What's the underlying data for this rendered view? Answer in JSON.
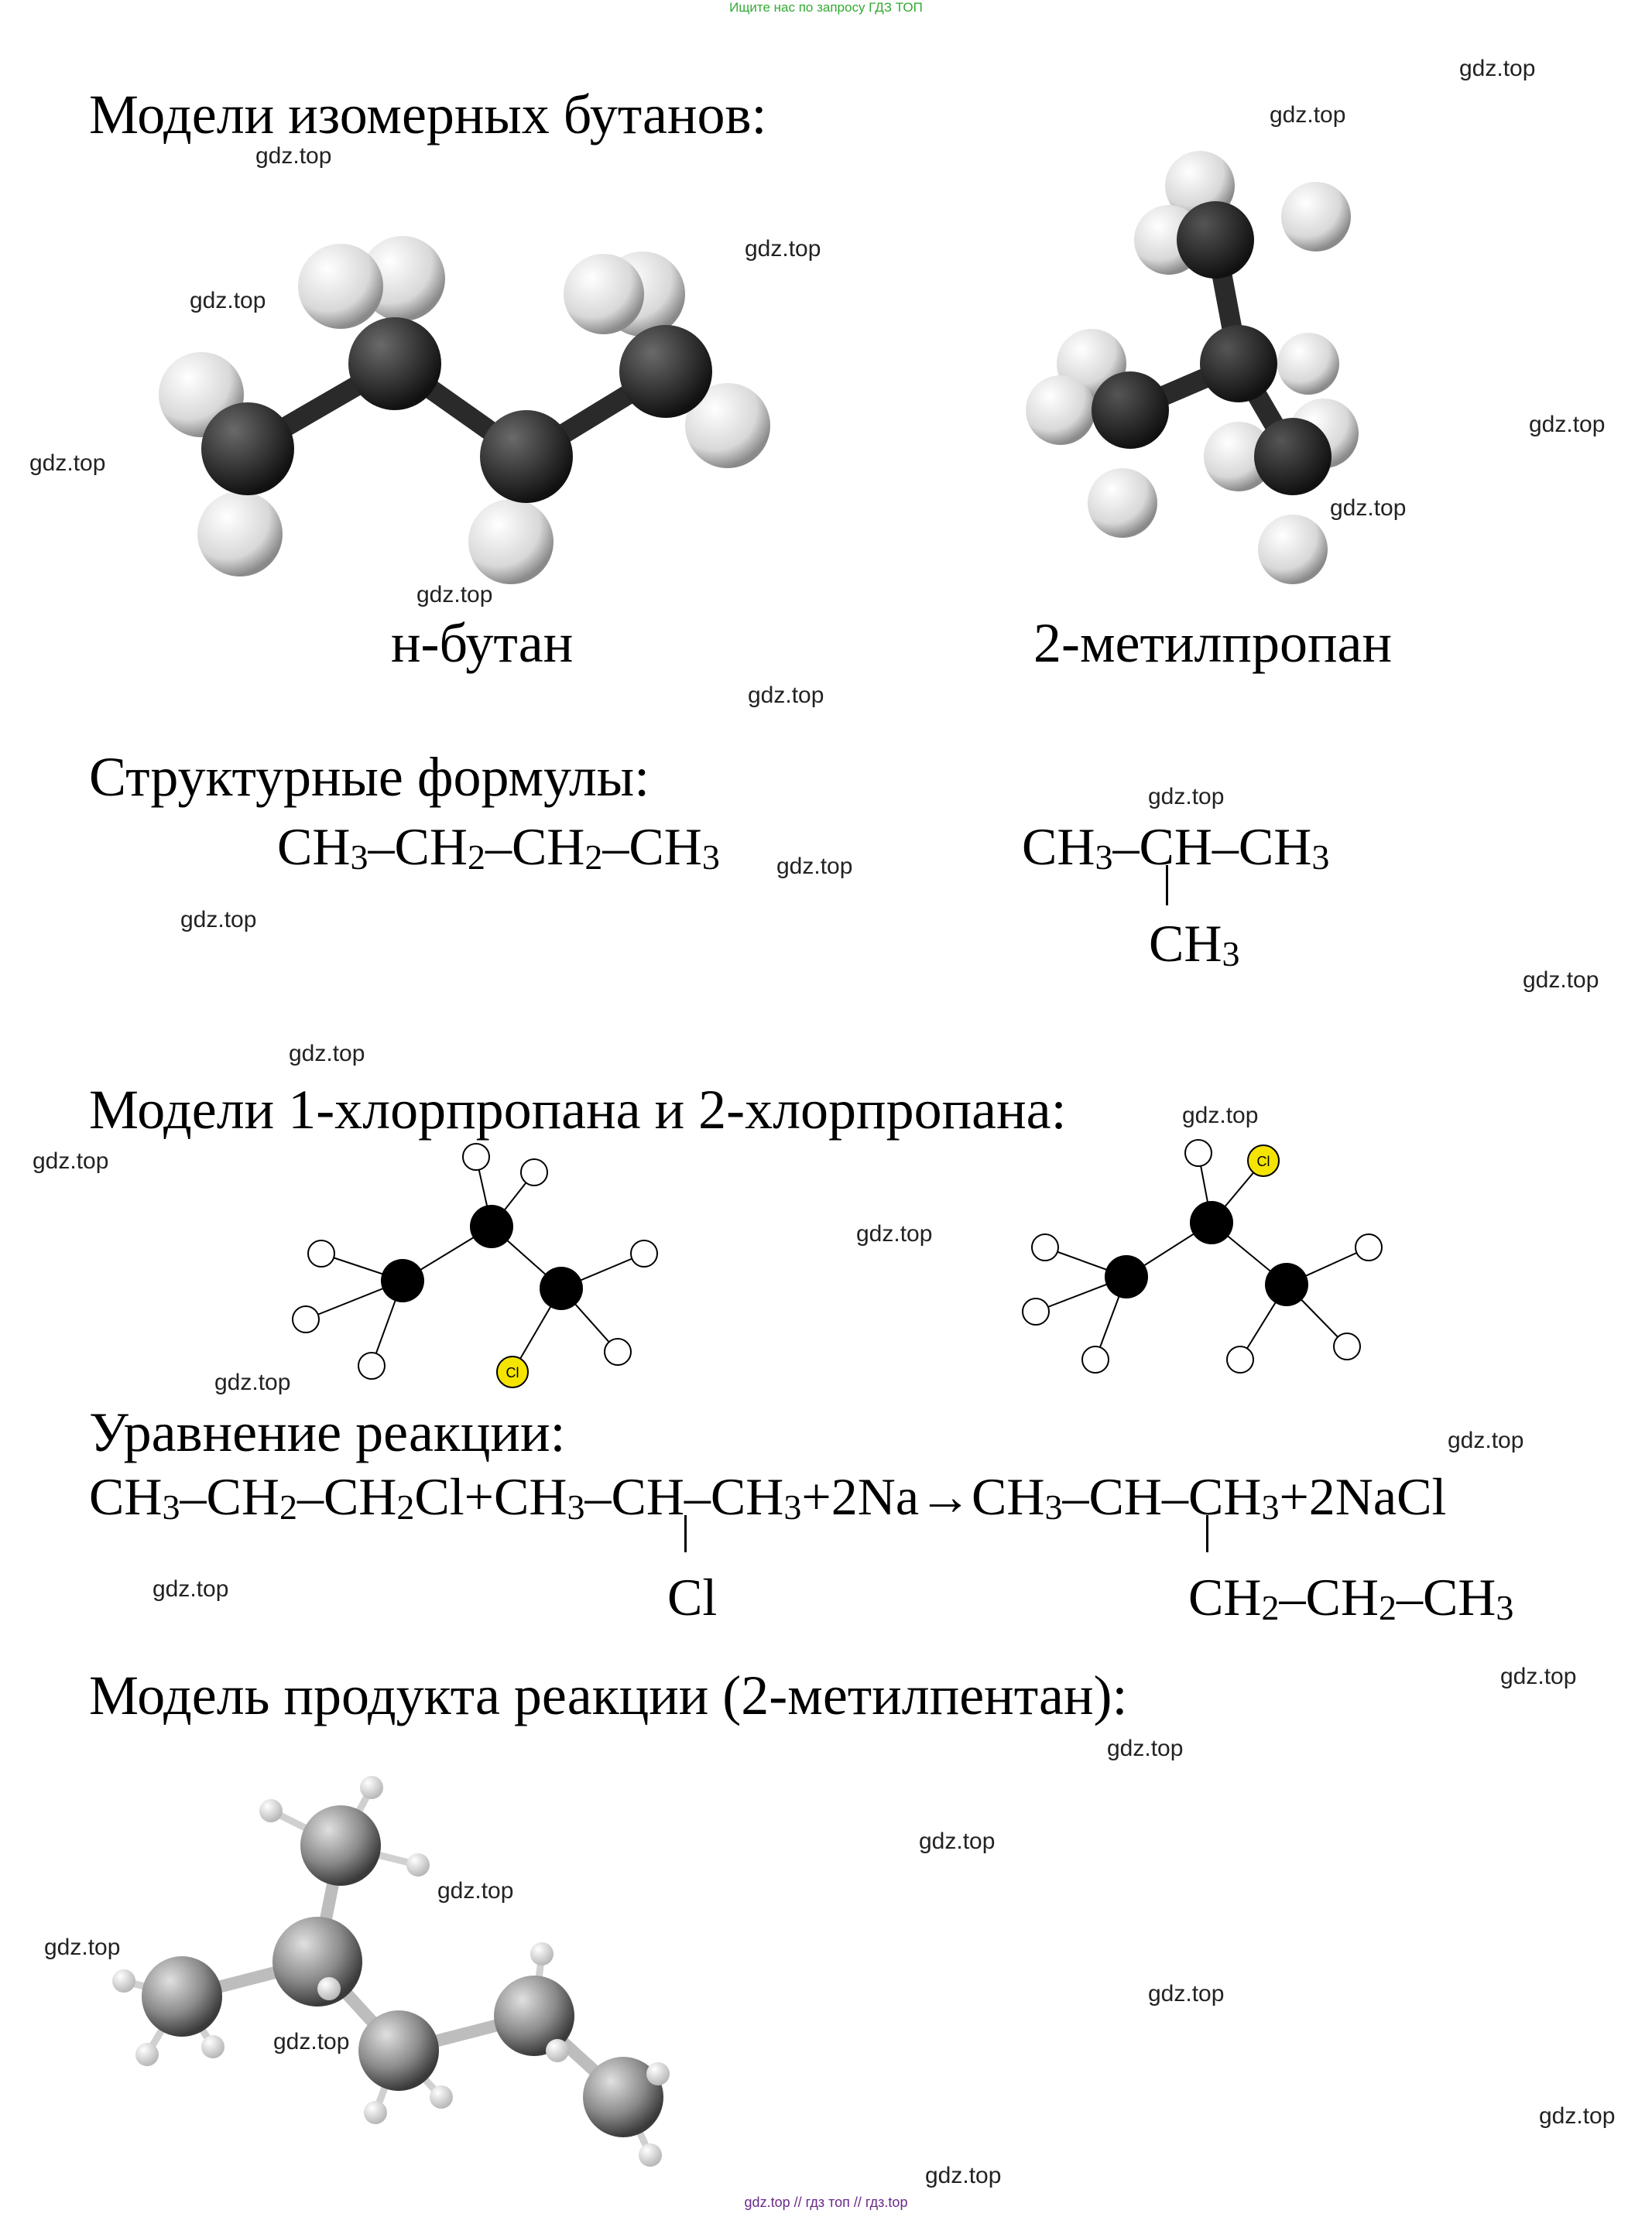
{
  "top_banner": "Ищите нас по запросу ГДЗ ТОП",
  "bottom_banner": "gdz.top // гдз топ // гдз.top",
  "headings": {
    "butane_models": "Модели изомерных бутанов:",
    "structural": "Структурные формулы:",
    "chloro_models": "Модели 1-хлорпропана и 2-хлорпропана:",
    "equation": "Уравнение реакции:",
    "product_model": "Модель продукта реакции (2-метилпентан):"
  },
  "labels": {
    "n_butane": "н-бутан",
    "methylpropane": "2-метилпропан"
  },
  "formulas": {
    "butane": {
      "p1": "CH",
      "s1": "3",
      "p2": "–CH",
      "s2": "2",
      "p3": "–CH",
      "s3": "2",
      "p4": "–CH",
      "s4": "3"
    },
    "isobutane": {
      "p1": "CH",
      "s1": "3",
      "p2": "–CH–CH",
      "s2": "3",
      "branch": "CH",
      "bs": "3"
    },
    "reaction": {
      "a1": "CH",
      "as1": "3",
      "a2": "–CH",
      "as2": "2",
      "a3": "–CH",
      "as3": "2",
      "a4": "Cl+CH",
      "as4": "3",
      "a5": "–CH–CH",
      "as5": "3",
      "a6": "+2Na→CH",
      "as6": "3",
      "a7": "–CH–CH",
      "as7": "3",
      "a8": "+2NaCl",
      "cl": "Cl",
      "b1": "CH",
      "bs1": "2",
      "b2": "–CH",
      "bs2": "2",
      "b3": "–CH",
      "bs3": "3"
    }
  },
  "atom_label_cl": "Cl",
  "watermark": "gdz.top",
  "colors": {
    "banner_green": "#33aa33",
    "banner_purple": "#6a2a8a",
    "chlorine": "#f5e400"
  }
}
